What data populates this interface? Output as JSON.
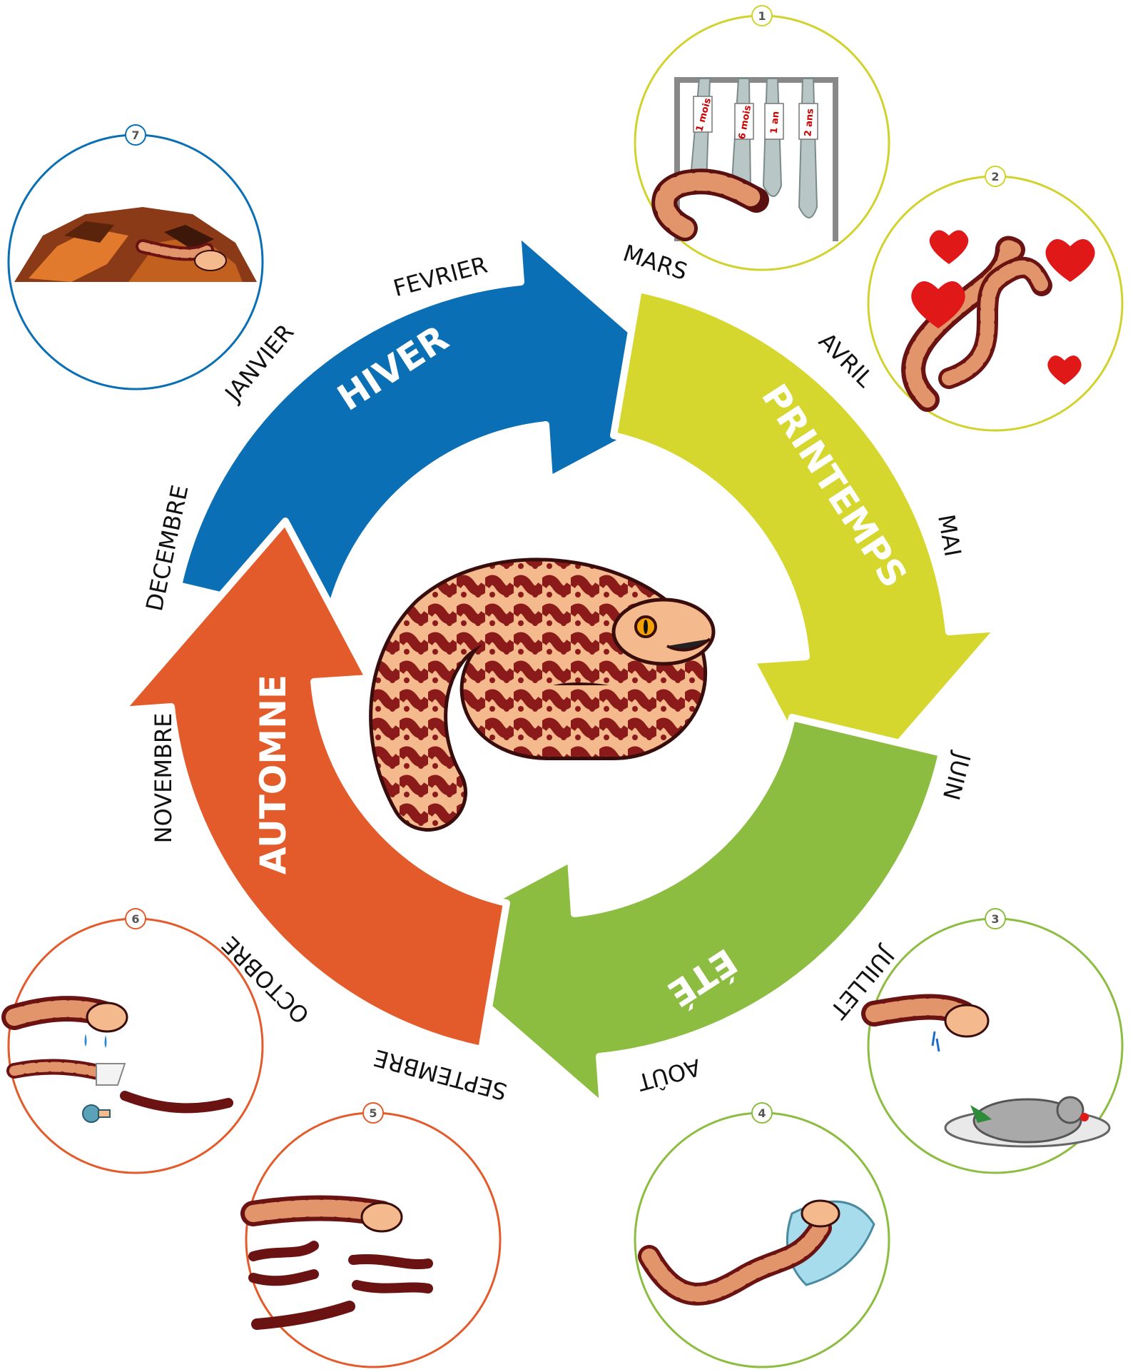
{
  "seasons": {
    "hiver": "HIVER",
    "printemps": "PRINTEMPS",
    "ete": "ÉTÉ",
    "automne": "AUTOMNE"
  },
  "months": {
    "janvier": "JANVIER",
    "fevrier": "FEVRIER",
    "mars": "MARS",
    "avril": "AVRIL",
    "mai": "MAI",
    "juin": "JUIN",
    "juillet": "JUILLET",
    "aout": "AOÛT",
    "septembre": "SEPTEMBRE",
    "octobre": "OCTOBRE",
    "novembre": "NOVEMBRE",
    "decembre": "DECEMBRE"
  },
  "badges": {
    "b1": "1",
    "b2": "2",
    "b3": "3",
    "b4": "4",
    "b5": "5",
    "b6": "6",
    "b7": "7"
  },
  "tags": {
    "t1": "1 mois",
    "t2": "6 mois",
    "t3": "1 an",
    "t4": "2 ans"
  },
  "colors": {
    "hiver": "#0a6fb4",
    "printemps": "#d6d72e",
    "ete": "#8cbd41",
    "automne": "#e35b2b",
    "snake_body": "#8b1a1a",
    "snake_spots": "#f4b98c"
  },
  "icons": {
    "center": "snake-icon",
    "step1": "shed-skins-rack-icon",
    "step2": "snakes-in-love-hearts-icon",
    "step3": "snake-and-mouse-plate-icon",
    "step4": "snake-resting-on-pillow-icon",
    "step5": "snake-with-babies-icon",
    "step6": "snake-crying-babies-leaving-icon",
    "step7": "snake-hibernating-in-leaves-icon"
  }
}
